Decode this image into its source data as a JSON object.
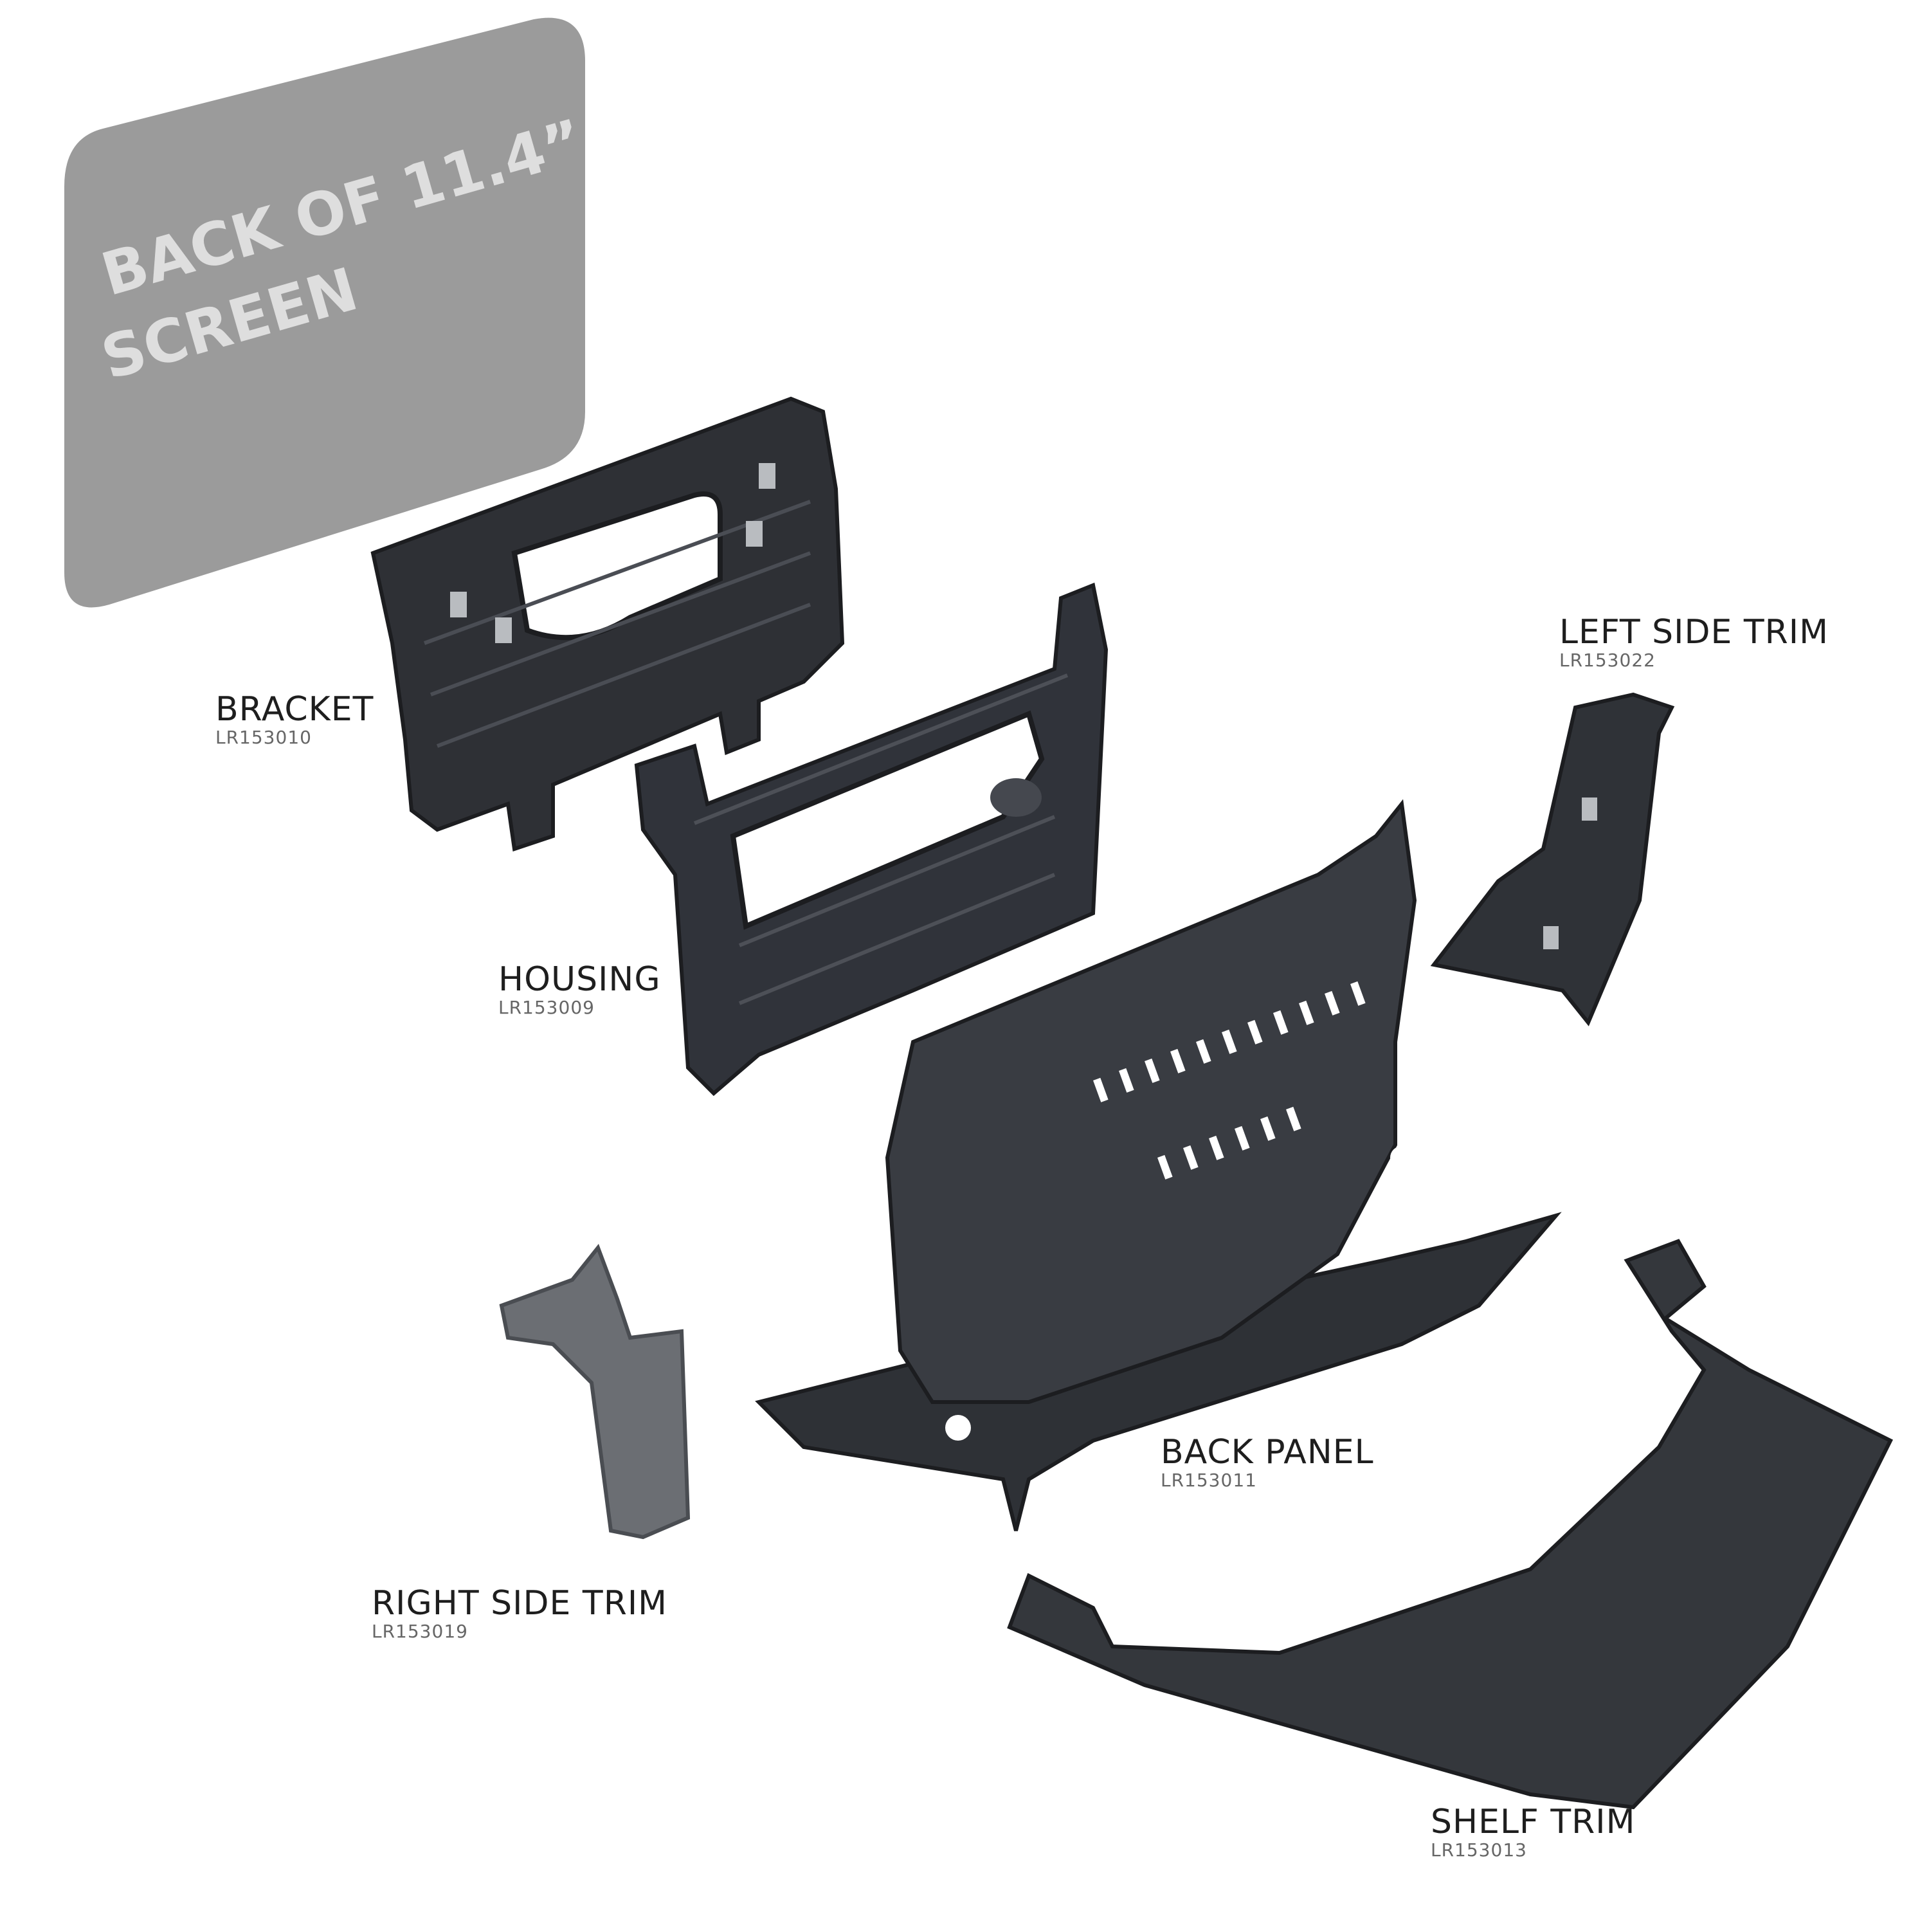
{
  "screen_card": {
    "line1": "BACK OF 11.4”",
    "line2": "SCREEN",
    "fill": "#9b9b9b",
    "text_color": "#dedede"
  },
  "parts": {
    "bracket": {
      "name": "BRACKET",
      "code": "LR153010"
    },
    "housing": {
      "name": "HOUSING",
      "code": "LR153009"
    },
    "left_side_trim": {
      "name": "LEFT SIDE TRIM",
      "code": "LR153022"
    },
    "back_panel": {
      "name": "BACK PANEL",
      "code": "LR153011"
    },
    "right_side_trim": {
      "name": "RIGHT SIDE TRIM",
      "code": "LR153019"
    },
    "shelf_trim": {
      "name": "SHELF TRIM",
      "code": "LR153013"
    }
  },
  "colors": {
    "part_dark": "#2a2c31",
    "part_mid": "#3a3d43",
    "part_light": "#565a61",
    "trim_grey": "#6b6e73"
  }
}
